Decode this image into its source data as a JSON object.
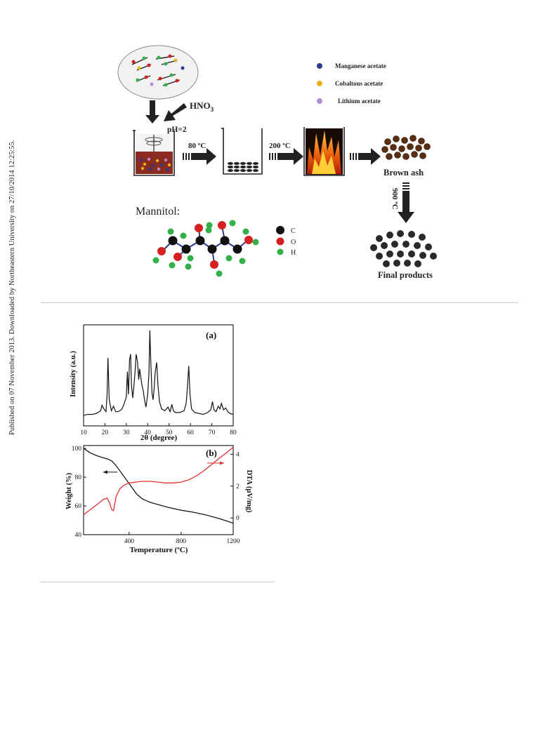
{
  "sidebar": {
    "text": "Published on 07 November 2013. Downloaded by Northeastern University on 27/10/2014 12:25:55."
  },
  "scheme": {
    "reagent": "HNO",
    "reagent_sub": "3",
    "ph": "pH=2",
    "step1": "80 ºC",
    "step2": "200 ºC",
    "step3": "900 ºC",
    "brown_ash": "Brown ash",
    "final_products": "Final products",
    "legend": [
      {
        "label": "Manganese acetate",
        "color": "#2b3a8f"
      },
      {
        "label": "Cobaltous acetate",
        "color": "#e6b020"
      },
      {
        "label": "Lithium acetate",
        "color": "#b48ad0"
      }
    ],
    "mannitol_title": "Mannitol:",
    "atoms": [
      {
        "label": "C",
        "color": "#111111"
      },
      {
        "label": "O",
        "color": "#d42020"
      },
      {
        "label": "H",
        "color": "#33b04a"
      }
    ]
  },
  "chart_data": [
    {
      "type": "line",
      "panel": "(a)",
      "xlabel": "2θ (degree)",
      "ylabel": "Intensity (a.u.)",
      "xlim": [
        10,
        80
      ],
      "xticks": [
        10,
        20,
        30,
        40,
        50,
        60,
        70,
        80
      ],
      "series": [
        {
          "x": [
            10,
            12,
            14,
            16,
            18,
            18.6,
            19.5,
            20.5,
            21,
            21.4,
            22,
            23,
            24,
            25,
            26,
            27,
            28,
            29,
            30,
            30.5,
            31,
            31.5,
            32,
            32.4,
            33,
            33.5,
            34,
            34.6,
            35.2,
            35.8,
            36.2,
            36.7,
            37.3,
            37.9,
            38.5,
            39.2,
            40,
            40.6,
            41,
            41.5,
            42,
            42.5,
            43,
            43.5,
            44.2,
            44.8,
            45.5,
            46.5,
            48,
            49.5,
            50.5,
            51.3,
            52,
            53,
            55,
            57,
            58,
            58.6,
            59.2,
            59.8,
            60.5,
            62,
            64,
            66,
            68,
            69.5,
            70.3,
            71,
            72,
            73,
            73.8,
            74.5,
            75.5,
            76.5,
            77.5,
            78.5,
            80
          ],
          "y": [
            7,
            8,
            8,
            9,
            12,
            18,
            14,
            11,
            30,
            70,
            24,
            12,
            17,
            11,
            11,
            12,
            14,
            20,
            27,
            55,
            30,
            68,
            74,
            40,
            26,
            38,
            52,
            74,
            66,
            46,
            58,
            50,
            40,
            34,
            24,
            16,
            30,
            54,
            100,
            62,
            32,
            24,
            36,
            54,
            65,
            40,
            22,
            14,
            12,
            16,
            11,
            19,
            12,
            10,
            10,
            12,
            20,
            38,
            61,
            30,
            14,
            10,
            9,
            8,
            10,
            13,
            22,
            13,
            11,
            17,
            14,
            20,
            13,
            15,
            11,
            9,
            8
          ]
        }
      ]
    },
    {
      "type": "line",
      "panel": "(b)",
      "xlabel": "Temperature (ºC)",
      "ylabel": "Weight (%)",
      "y2label": "DTA (μV/mg)",
      "xlim": [
        50,
        1200
      ],
      "ylim": [
        40,
        102
      ],
      "y2lim": [
        -1.05,
        4.55
      ],
      "xticks": [
        400,
        800,
        1200
      ],
      "yticks": [
        40,
        60,
        80,
        100
      ],
      "y2ticks": [
        0,
        2,
        4
      ],
      "series": [
        {
          "name": "Weight",
          "color": "#1a1a1a",
          "axis": "left",
          "x": [
            50,
            100,
            150,
            200,
            240,
            270,
            300,
            340,
            380,
            420,
            460,
            500,
            560,
            620,
            700,
            800,
            900,
            1000,
            1100,
            1200
          ],
          "y": [
            100,
            97,
            95,
            93.5,
            92.5,
            91,
            88,
            83,
            78,
            73,
            68,
            65,
            62.5,
            61,
            59,
            57,
            55.5,
            53.5,
            51,
            48
          ]
        },
        {
          "name": "DTA",
          "color": "#e23030",
          "axis": "right",
          "x": [
            50,
            90,
            130,
            170,
            200,
            230,
            250,
            265,
            280,
            300,
            330,
            360,
            400,
            450,
            500,
            560,
            620,
            680,
            740,
            800,
            860,
            920,
            980,
            1040,
            1100,
            1150,
            1200
          ],
          "y": [
            0.2,
            0.45,
            0.7,
            0.95,
            1.15,
            1.25,
            0.95,
            0.55,
            0.45,
            1.35,
            1.85,
            2.05,
            2.2,
            2.25,
            2.3,
            2.3,
            2.25,
            2.2,
            2.2,
            2.25,
            2.4,
            2.65,
            3.0,
            3.4,
            3.8,
            4.1,
            4.45
          ]
        }
      ]
    }
  ]
}
